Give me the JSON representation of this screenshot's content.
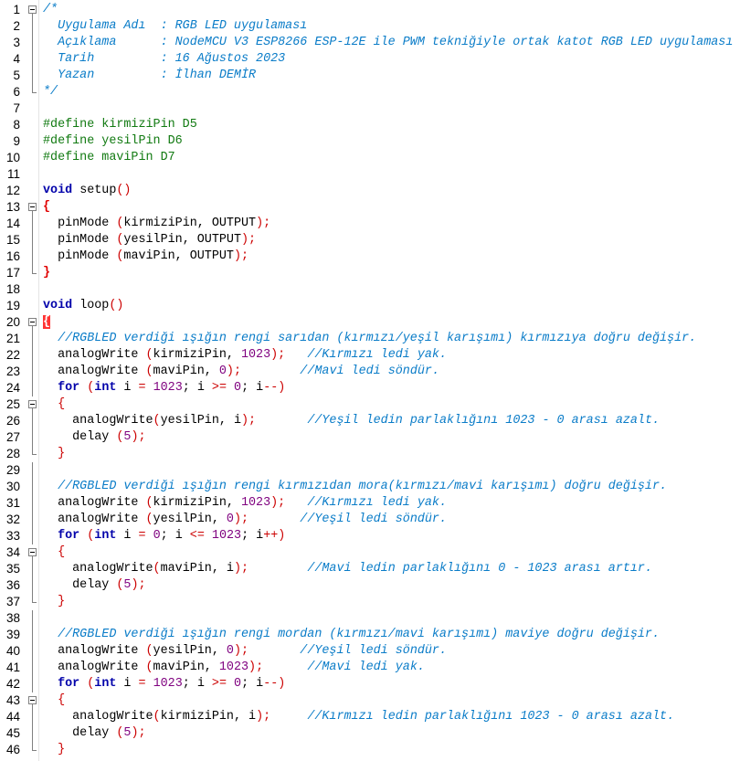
{
  "editor": {
    "lines": [
      {
        "n": "1",
        "fold": "open",
        "segs": [
          {
            "t": "/*",
            "c": "comment"
          }
        ]
      },
      {
        "n": "2",
        "fold": "line",
        "segs": [
          {
            "t": "  Uygulama Adı  : RGB LED uygulaması",
            "c": "comment"
          }
        ]
      },
      {
        "n": "3",
        "fold": "line",
        "segs": [
          {
            "t": "  Açıklama      : NodeMCU V3 ESP8266 ESP-12E ile PWM tekniğiyle ortak katot RGB LED uygulaması",
            "c": "comment"
          }
        ]
      },
      {
        "n": "4",
        "fold": "line",
        "segs": [
          {
            "t": "  Tarih         : 16 Ağustos 2023",
            "c": "comment"
          }
        ]
      },
      {
        "n": "5",
        "fold": "line",
        "segs": [
          {
            "t": "  Yazan         : İlhan DEMİR",
            "c": "comment"
          }
        ]
      },
      {
        "n": "6",
        "fold": "end",
        "segs": [
          {
            "t": "*/",
            "c": "comment"
          }
        ]
      },
      {
        "n": "7",
        "fold": "",
        "segs": []
      },
      {
        "n": "8",
        "fold": "",
        "segs": [
          {
            "t": "#define kirmiziPin D5",
            "c": "def"
          }
        ]
      },
      {
        "n": "9",
        "fold": "",
        "segs": [
          {
            "t": "#define yesilPin D6",
            "c": "def"
          }
        ]
      },
      {
        "n": "10",
        "fold": "",
        "segs": [
          {
            "t": "#define maviPin D7",
            "c": "def"
          }
        ]
      },
      {
        "n": "11",
        "fold": "",
        "segs": []
      },
      {
        "n": "12",
        "fold": "",
        "segs": [
          {
            "t": "void",
            "c": "kw"
          },
          {
            "t": " setup",
            "c": ""
          },
          {
            "t": "()",
            "c": "op"
          }
        ]
      },
      {
        "n": "13",
        "fold": "open",
        "segs": [
          {
            "t": "{",
            "c": "br"
          }
        ]
      },
      {
        "n": "14",
        "fold": "line",
        "segs": [
          {
            "t": "  pinMode ",
            "c": ""
          },
          {
            "t": "(",
            "c": "op"
          },
          {
            "t": "kirmiziPin, OUTPUT",
            "c": ""
          },
          {
            "t": ");",
            "c": "op"
          }
        ]
      },
      {
        "n": "15",
        "fold": "line",
        "segs": [
          {
            "t": "  pinMode ",
            "c": ""
          },
          {
            "t": "(",
            "c": "op"
          },
          {
            "t": "yesilPin, OUTPUT",
            "c": ""
          },
          {
            "t": ");",
            "c": "op"
          }
        ]
      },
      {
        "n": "16",
        "fold": "line",
        "segs": [
          {
            "t": "  pinMode ",
            "c": ""
          },
          {
            "t": "(",
            "c": "op"
          },
          {
            "t": "maviPin, OUTPUT",
            "c": ""
          },
          {
            "t": ");",
            "c": "op"
          }
        ]
      },
      {
        "n": "17",
        "fold": "end",
        "segs": [
          {
            "t": "}",
            "c": "br"
          }
        ]
      },
      {
        "n": "18",
        "fold": "",
        "segs": []
      },
      {
        "n": "19",
        "fold": "",
        "segs": [
          {
            "t": "void",
            "c": "kw"
          },
          {
            "t": " loop",
            "c": ""
          },
          {
            "t": "()",
            "c": "op"
          }
        ]
      },
      {
        "n": "20",
        "fold": "open",
        "segs": [
          {
            "t": "{",
            "c": "hl"
          }
        ]
      },
      {
        "n": "21",
        "fold": "line",
        "segs": [
          {
            "t": "  //RGBLED verdiği ışığın rengi sarıdan (kırmızı/yeşil karışımı) kırmızıya doğru değişir.",
            "c": "comment"
          }
        ]
      },
      {
        "n": "22",
        "fold": "line",
        "segs": [
          {
            "t": "  analogWrite ",
            "c": ""
          },
          {
            "t": "(",
            "c": "op"
          },
          {
            "t": "kirmiziPin, ",
            "c": ""
          },
          {
            "t": "1023",
            "c": "num"
          },
          {
            "t": ");",
            "c": "op"
          },
          {
            "t": "   ",
            "c": ""
          },
          {
            "t": "//Kırmızı ledi yak.",
            "c": "comment"
          }
        ]
      },
      {
        "n": "23",
        "fold": "line",
        "segs": [
          {
            "t": "  analogWrite ",
            "c": ""
          },
          {
            "t": "(",
            "c": "op"
          },
          {
            "t": "maviPin, ",
            "c": ""
          },
          {
            "t": "0",
            "c": "num"
          },
          {
            "t": ");",
            "c": "op"
          },
          {
            "t": "        ",
            "c": ""
          },
          {
            "t": "//Mavi ledi söndür.",
            "c": "comment"
          }
        ]
      },
      {
        "n": "24",
        "fold": "line",
        "segs": [
          {
            "t": "  ",
            "c": ""
          },
          {
            "t": "for",
            "c": "kw"
          },
          {
            "t": " ",
            "c": ""
          },
          {
            "t": "(",
            "c": "op"
          },
          {
            "t": "int",
            "c": "kw"
          },
          {
            "t": " i ",
            "c": ""
          },
          {
            "t": "=",
            "c": "op"
          },
          {
            "t": " ",
            "c": ""
          },
          {
            "t": "1023",
            "c": "num"
          },
          {
            "t": "; i ",
            "c": ""
          },
          {
            "t": ">=",
            "c": "op"
          },
          {
            "t": " ",
            "c": ""
          },
          {
            "t": "0",
            "c": "num"
          },
          {
            "t": "; i",
            "c": ""
          },
          {
            "t": "--)",
            "c": "op"
          }
        ]
      },
      {
        "n": "25",
        "fold": "open",
        "segs": [
          {
            "t": "  ",
            "c": ""
          },
          {
            "t": "{",
            "c": "op"
          }
        ]
      },
      {
        "n": "26",
        "fold": "line",
        "segs": [
          {
            "t": "    analogWrite",
            "c": ""
          },
          {
            "t": "(",
            "c": "op"
          },
          {
            "t": "yesilPin, i",
            "c": ""
          },
          {
            "t": ");",
            "c": "op"
          },
          {
            "t": "       ",
            "c": ""
          },
          {
            "t": "//Yeşil ledin parlaklığını 1023 - 0 arası azalt.",
            "c": "comment"
          }
        ]
      },
      {
        "n": "27",
        "fold": "line",
        "segs": [
          {
            "t": "    delay ",
            "c": ""
          },
          {
            "t": "(",
            "c": "op"
          },
          {
            "t": "5",
            "c": "num"
          },
          {
            "t": ");",
            "c": "op"
          }
        ]
      },
      {
        "n": "28",
        "fold": "end",
        "segs": [
          {
            "t": "  ",
            "c": ""
          },
          {
            "t": "}",
            "c": "op"
          }
        ]
      },
      {
        "n": "29",
        "fold": "line",
        "segs": []
      },
      {
        "n": "30",
        "fold": "line",
        "segs": [
          {
            "t": "  //RGBLED verdiği ışığın rengi kırmızıdan mora(kırmızı/mavi karışımı) doğru değişir.",
            "c": "comment"
          }
        ]
      },
      {
        "n": "31",
        "fold": "line",
        "segs": [
          {
            "t": "  analogWrite ",
            "c": ""
          },
          {
            "t": "(",
            "c": "op"
          },
          {
            "t": "kirmiziPin, ",
            "c": ""
          },
          {
            "t": "1023",
            "c": "num"
          },
          {
            "t": ");",
            "c": "op"
          },
          {
            "t": "   ",
            "c": ""
          },
          {
            "t": "//Kırmızı ledi yak.",
            "c": "comment"
          }
        ]
      },
      {
        "n": "32",
        "fold": "line",
        "segs": [
          {
            "t": "  analogWrite ",
            "c": ""
          },
          {
            "t": "(",
            "c": "op"
          },
          {
            "t": "yesilPin, ",
            "c": ""
          },
          {
            "t": "0",
            "c": "num"
          },
          {
            "t": ");",
            "c": "op"
          },
          {
            "t": "       ",
            "c": ""
          },
          {
            "t": "//Yeşil ledi söndür.",
            "c": "comment"
          }
        ]
      },
      {
        "n": "33",
        "fold": "line",
        "segs": [
          {
            "t": "  ",
            "c": ""
          },
          {
            "t": "for",
            "c": "kw"
          },
          {
            "t": " ",
            "c": ""
          },
          {
            "t": "(",
            "c": "op"
          },
          {
            "t": "int",
            "c": "kw"
          },
          {
            "t": " i ",
            "c": ""
          },
          {
            "t": "=",
            "c": "op"
          },
          {
            "t": " ",
            "c": ""
          },
          {
            "t": "0",
            "c": "num"
          },
          {
            "t": "; i ",
            "c": ""
          },
          {
            "t": "<=",
            "c": "op"
          },
          {
            "t": " ",
            "c": ""
          },
          {
            "t": "1023",
            "c": "num"
          },
          {
            "t": "; i",
            "c": ""
          },
          {
            "t": "++)",
            "c": "op"
          }
        ]
      },
      {
        "n": "34",
        "fold": "open",
        "segs": [
          {
            "t": "  ",
            "c": ""
          },
          {
            "t": "{",
            "c": "op"
          }
        ]
      },
      {
        "n": "35",
        "fold": "line",
        "segs": [
          {
            "t": "    analogWrite",
            "c": ""
          },
          {
            "t": "(",
            "c": "op"
          },
          {
            "t": "maviPin, i",
            "c": ""
          },
          {
            "t": ");",
            "c": "op"
          },
          {
            "t": "        ",
            "c": ""
          },
          {
            "t": "//Mavi ledin parlaklığını 0 - 1023 arası artır.",
            "c": "comment"
          }
        ]
      },
      {
        "n": "36",
        "fold": "line",
        "segs": [
          {
            "t": "    delay ",
            "c": ""
          },
          {
            "t": "(",
            "c": "op"
          },
          {
            "t": "5",
            "c": "num"
          },
          {
            "t": ");",
            "c": "op"
          }
        ]
      },
      {
        "n": "37",
        "fold": "end",
        "segs": [
          {
            "t": "  ",
            "c": ""
          },
          {
            "t": "}",
            "c": "op"
          }
        ]
      },
      {
        "n": "38",
        "fold": "line",
        "segs": []
      },
      {
        "n": "39",
        "fold": "line",
        "segs": [
          {
            "t": "  //RGBLED verdiği ışığın rengi mordan (kırmızı/mavi karışımı) maviye doğru değişir.",
            "c": "comment"
          }
        ]
      },
      {
        "n": "40",
        "fold": "line",
        "segs": [
          {
            "t": "  analogWrite ",
            "c": ""
          },
          {
            "t": "(",
            "c": "op"
          },
          {
            "t": "yesilPin, ",
            "c": ""
          },
          {
            "t": "0",
            "c": "num"
          },
          {
            "t": ");",
            "c": "op"
          },
          {
            "t": "       ",
            "c": ""
          },
          {
            "t": "//Yeşil ledi söndür.",
            "c": "comment"
          }
        ]
      },
      {
        "n": "41",
        "fold": "line",
        "segs": [
          {
            "t": "  analogWrite ",
            "c": ""
          },
          {
            "t": "(",
            "c": "op"
          },
          {
            "t": "maviPin, ",
            "c": ""
          },
          {
            "t": "1023",
            "c": "num"
          },
          {
            "t": ");",
            "c": "op"
          },
          {
            "t": "      ",
            "c": ""
          },
          {
            "t": "//Mavi ledi yak.",
            "c": "comment"
          }
        ]
      },
      {
        "n": "42",
        "fold": "line",
        "segs": [
          {
            "t": "  ",
            "c": ""
          },
          {
            "t": "for",
            "c": "kw"
          },
          {
            "t": " ",
            "c": ""
          },
          {
            "t": "(",
            "c": "op"
          },
          {
            "t": "int",
            "c": "kw"
          },
          {
            "t": " i ",
            "c": ""
          },
          {
            "t": "=",
            "c": "op"
          },
          {
            "t": " ",
            "c": ""
          },
          {
            "t": "1023",
            "c": "num"
          },
          {
            "t": "; i ",
            "c": ""
          },
          {
            "t": ">=",
            "c": "op"
          },
          {
            "t": " ",
            "c": ""
          },
          {
            "t": "0",
            "c": "num"
          },
          {
            "t": "; i",
            "c": ""
          },
          {
            "t": "--)",
            "c": "op"
          }
        ]
      },
      {
        "n": "43",
        "fold": "open",
        "segs": [
          {
            "t": "  ",
            "c": ""
          },
          {
            "t": "{",
            "c": "op"
          }
        ]
      },
      {
        "n": "44",
        "fold": "line",
        "segs": [
          {
            "t": "    analogWrite",
            "c": ""
          },
          {
            "t": "(",
            "c": "op"
          },
          {
            "t": "kirmiziPin, i",
            "c": ""
          },
          {
            "t": ");",
            "c": "op"
          },
          {
            "t": "     ",
            "c": ""
          },
          {
            "t": "//Kırmızı ledin parlaklığını 1023 - 0 arası azalt.",
            "c": "comment"
          }
        ]
      },
      {
        "n": "45",
        "fold": "line",
        "segs": [
          {
            "t": "    delay ",
            "c": ""
          },
          {
            "t": "(",
            "c": "op"
          },
          {
            "t": "5",
            "c": "num"
          },
          {
            "t": ");",
            "c": "op"
          }
        ]
      },
      {
        "n": "46",
        "fold": "end",
        "segs": [
          {
            "t": "  ",
            "c": ""
          },
          {
            "t": "}",
            "c": "op"
          }
        ]
      }
    ]
  }
}
